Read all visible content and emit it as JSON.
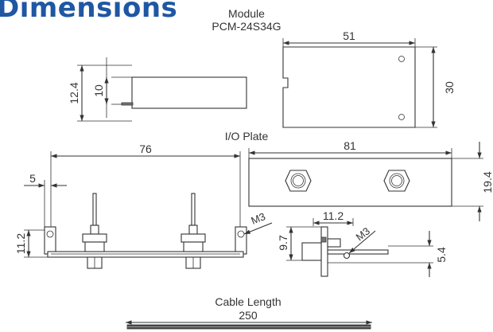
{
  "page": {
    "heading": "Dimensions"
  },
  "module": {
    "label_line1": "Module",
    "label_line2": "PCM-24S34G",
    "width": "51",
    "height": "30",
    "side_height_total": "12.4",
    "side_height_body": "10"
  },
  "io_plate": {
    "label": "I/O Plate",
    "span": "76",
    "offset": "5",
    "hole_height": "11.2",
    "screw_left": "M3",
    "plate_width": "81",
    "plate_height": "19.4",
    "side_width": "11.2",
    "side_height_a": "9.7",
    "side_height_b": "5.4",
    "screw_right": "M3"
  },
  "cable": {
    "label": "Cable Length",
    "length": "250"
  },
  "colors": {
    "heading": "#1f57a3",
    "line": "#333333"
  }
}
